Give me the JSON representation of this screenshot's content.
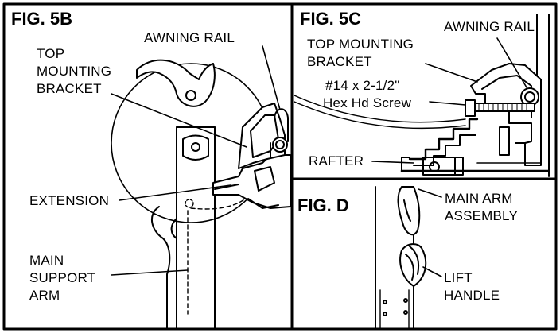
{
  "figures": {
    "fig5b": {
      "title": "FIG. 5B",
      "labels": {
        "awning_rail": "AWNING RAIL",
        "top_bracket_1": "TOP",
        "top_bracket_2": "MOUNTING",
        "top_bracket_3": "BRACKET",
        "extension": "EXTENSION",
        "main_support_1": "MAIN",
        "main_support_2": "SUPPORT",
        "main_support_3": "ARM"
      }
    },
    "fig5c": {
      "title": "FIG. 5C",
      "labels": {
        "awning_rail": "AWNING RAIL",
        "top_bracket_1": "TOP MOUNTING",
        "top_bracket_2": "BRACKET",
        "screw_1": "#14 x 2-1/2\"",
        "screw_2": "Hex Hd Screw",
        "rafter": "RAFTER"
      }
    },
    "figd": {
      "title": "FIG. D",
      "labels": {
        "main_arm_1": "MAIN ARM",
        "main_arm_2": "ASSEMBLY",
        "lift_1": "LIFT",
        "lift_2": "HANDLE"
      }
    }
  }
}
